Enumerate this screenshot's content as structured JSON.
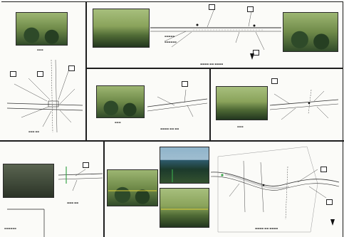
{
  "sheet": {
    "title": "",
    "north_arrow": "north-arrow"
  },
  "panels": [
    {
      "id": "top-left",
      "photo_label": "",
      "scale_label": ""
    },
    {
      "id": "top-wide",
      "photo_label": "",
      "scale_label": ""
    },
    {
      "id": "middle-left",
      "photo_label": "",
      "scale_label": ""
    },
    {
      "id": "middle-right",
      "photo_label": "",
      "scale_label": ""
    },
    {
      "id": "bottom-left",
      "photo_label": "",
      "scale_label": ""
    },
    {
      "id": "bottom-wide",
      "photo_label": "",
      "scale_label": ""
    }
  ],
  "colors": {
    "frame": "#1e1e1e",
    "road_line": "#333333",
    "accent_green": "#3aa54b",
    "accent_yellow": "#e3d33a",
    "sky": "#9fbdd0"
  }
}
